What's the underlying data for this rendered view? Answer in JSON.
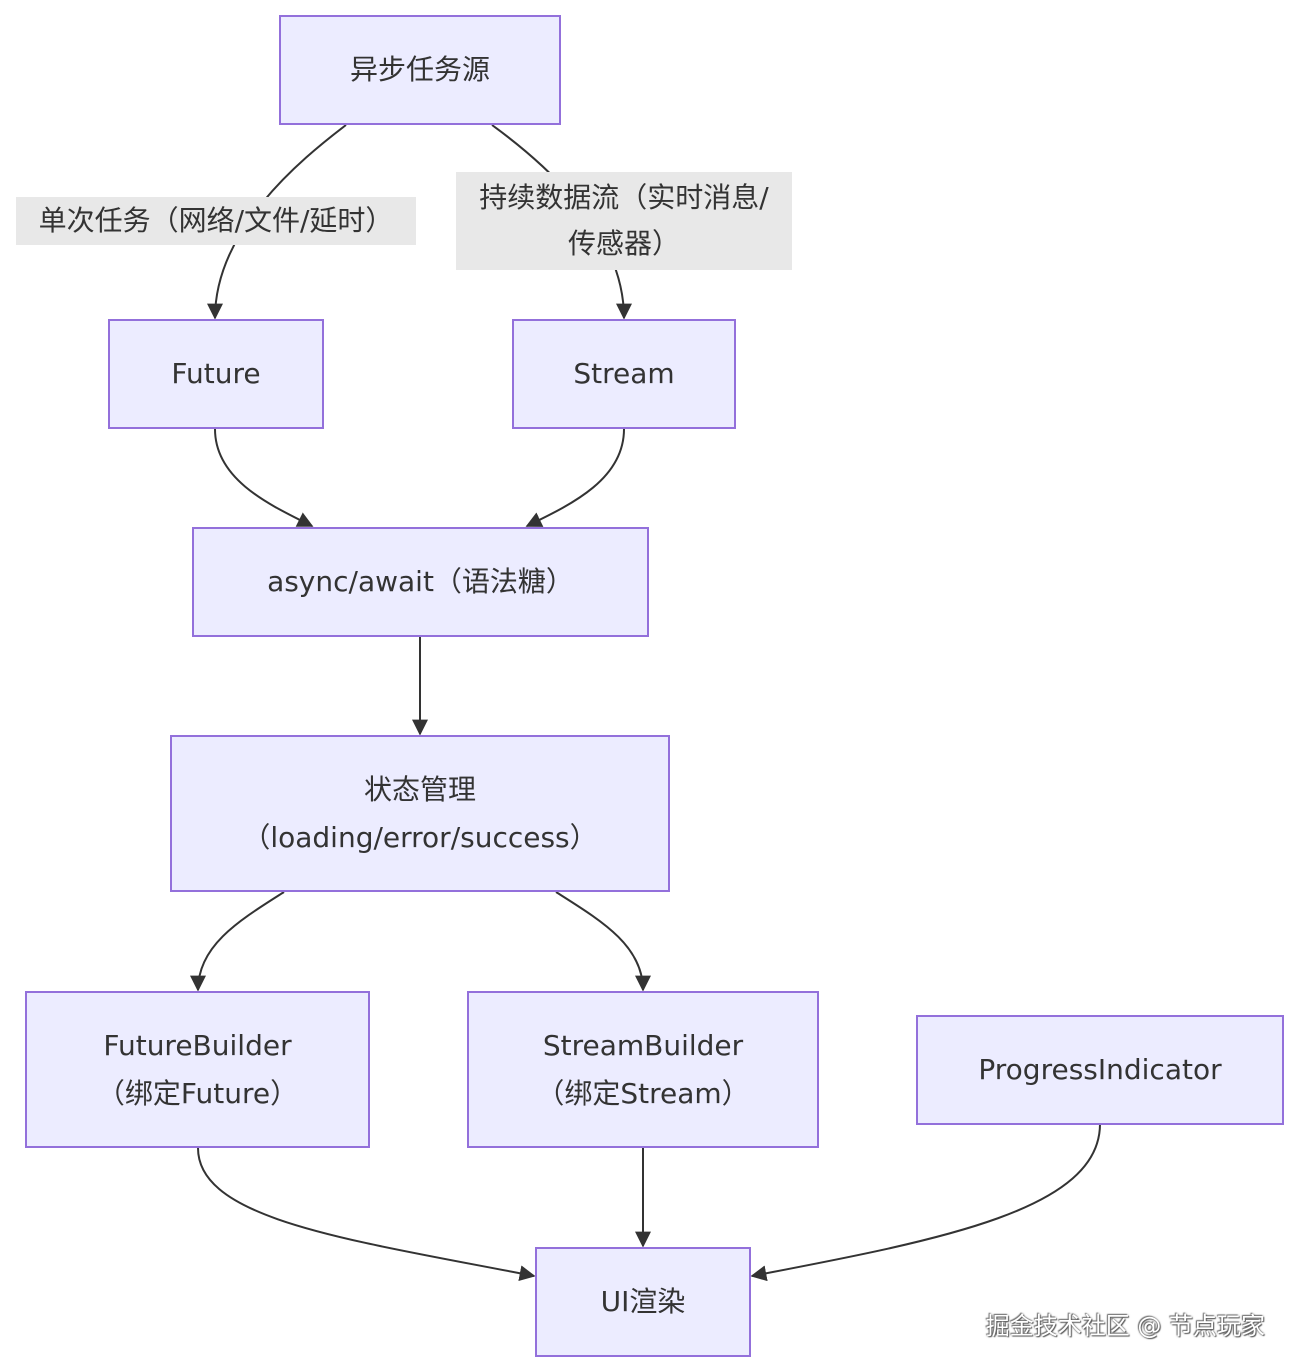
{
  "nodes": {
    "source": "异步任务源",
    "future": "Future",
    "stream": "Stream",
    "async_await": "async/await（语法糖）",
    "state_line1": "状态管理",
    "state_line2": "（loading/error/success）",
    "future_builder_line1": "FutureBuilder",
    "future_builder_line2": "（绑定Future）",
    "stream_builder_line1": "StreamBuilder",
    "stream_builder_line2": "（绑定Stream）",
    "progress": "ProgressIndicator",
    "ui": "UI渲染"
  },
  "edge_labels": {
    "single_task": "单次任务（网络/文件/延时）",
    "continuous_line1": "持续数据流（实时消息/",
    "continuous_line2": "传感器）"
  },
  "watermark": "掘金技术社区 @ 节点玩家",
  "colors": {
    "node_fill": "#ececff",
    "node_border": "#9370db",
    "edge": "#333333",
    "label_bg": "#e8e8e8"
  }
}
